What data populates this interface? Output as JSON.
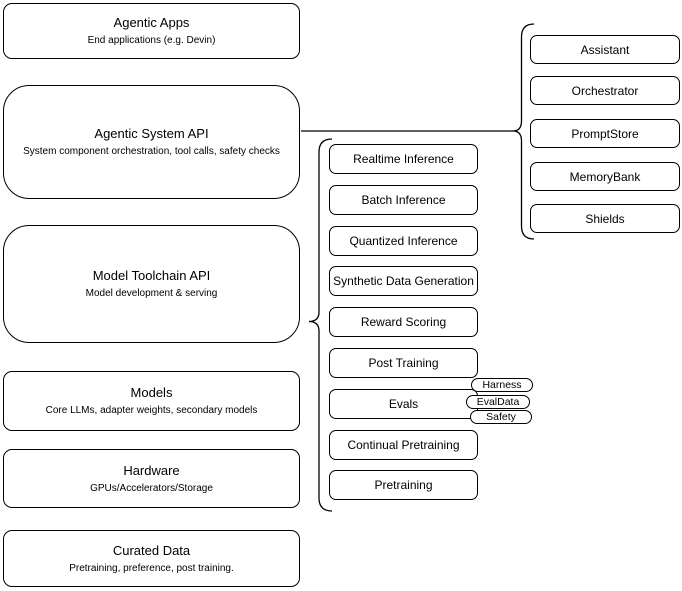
{
  "diagram": {
    "background": "#ffffff",
    "stroke_color": "#000000"
  },
  "left_column": [
    {
      "title": "Agentic Apps",
      "subtitle": "End applications (e.g. Devin)"
    },
    {
      "title": "Agentic System API",
      "subtitle": "System component orchestration, tool calls, safety checks"
    },
    {
      "title": "Model Toolchain API",
      "subtitle": "Model development & serving"
    },
    {
      "title": "Models",
      "subtitle": "Core LLMs, adapter weights, secondary models"
    },
    {
      "title": "Hardware",
      "subtitle": "GPUs/Accelerators/Storage"
    },
    {
      "title": "Curated Data",
      "subtitle": "Pretraining, preference, post training."
    }
  ],
  "toolchain": {
    "items": [
      "Realtime Inference",
      "Batch Inference",
      "Quantized Inference",
      "Synthetic Data Generation",
      "Reward Scoring",
      "Post Training",
      "Evals",
      "Continual Pretraining",
      "Pretraining"
    ],
    "eval_tags": [
      "Harness",
      "EvalData",
      "Safety"
    ]
  },
  "system_components": [
    "Assistant",
    "Orchestrator",
    "PromptStore",
    "MemoryBank",
    "Shields"
  ]
}
